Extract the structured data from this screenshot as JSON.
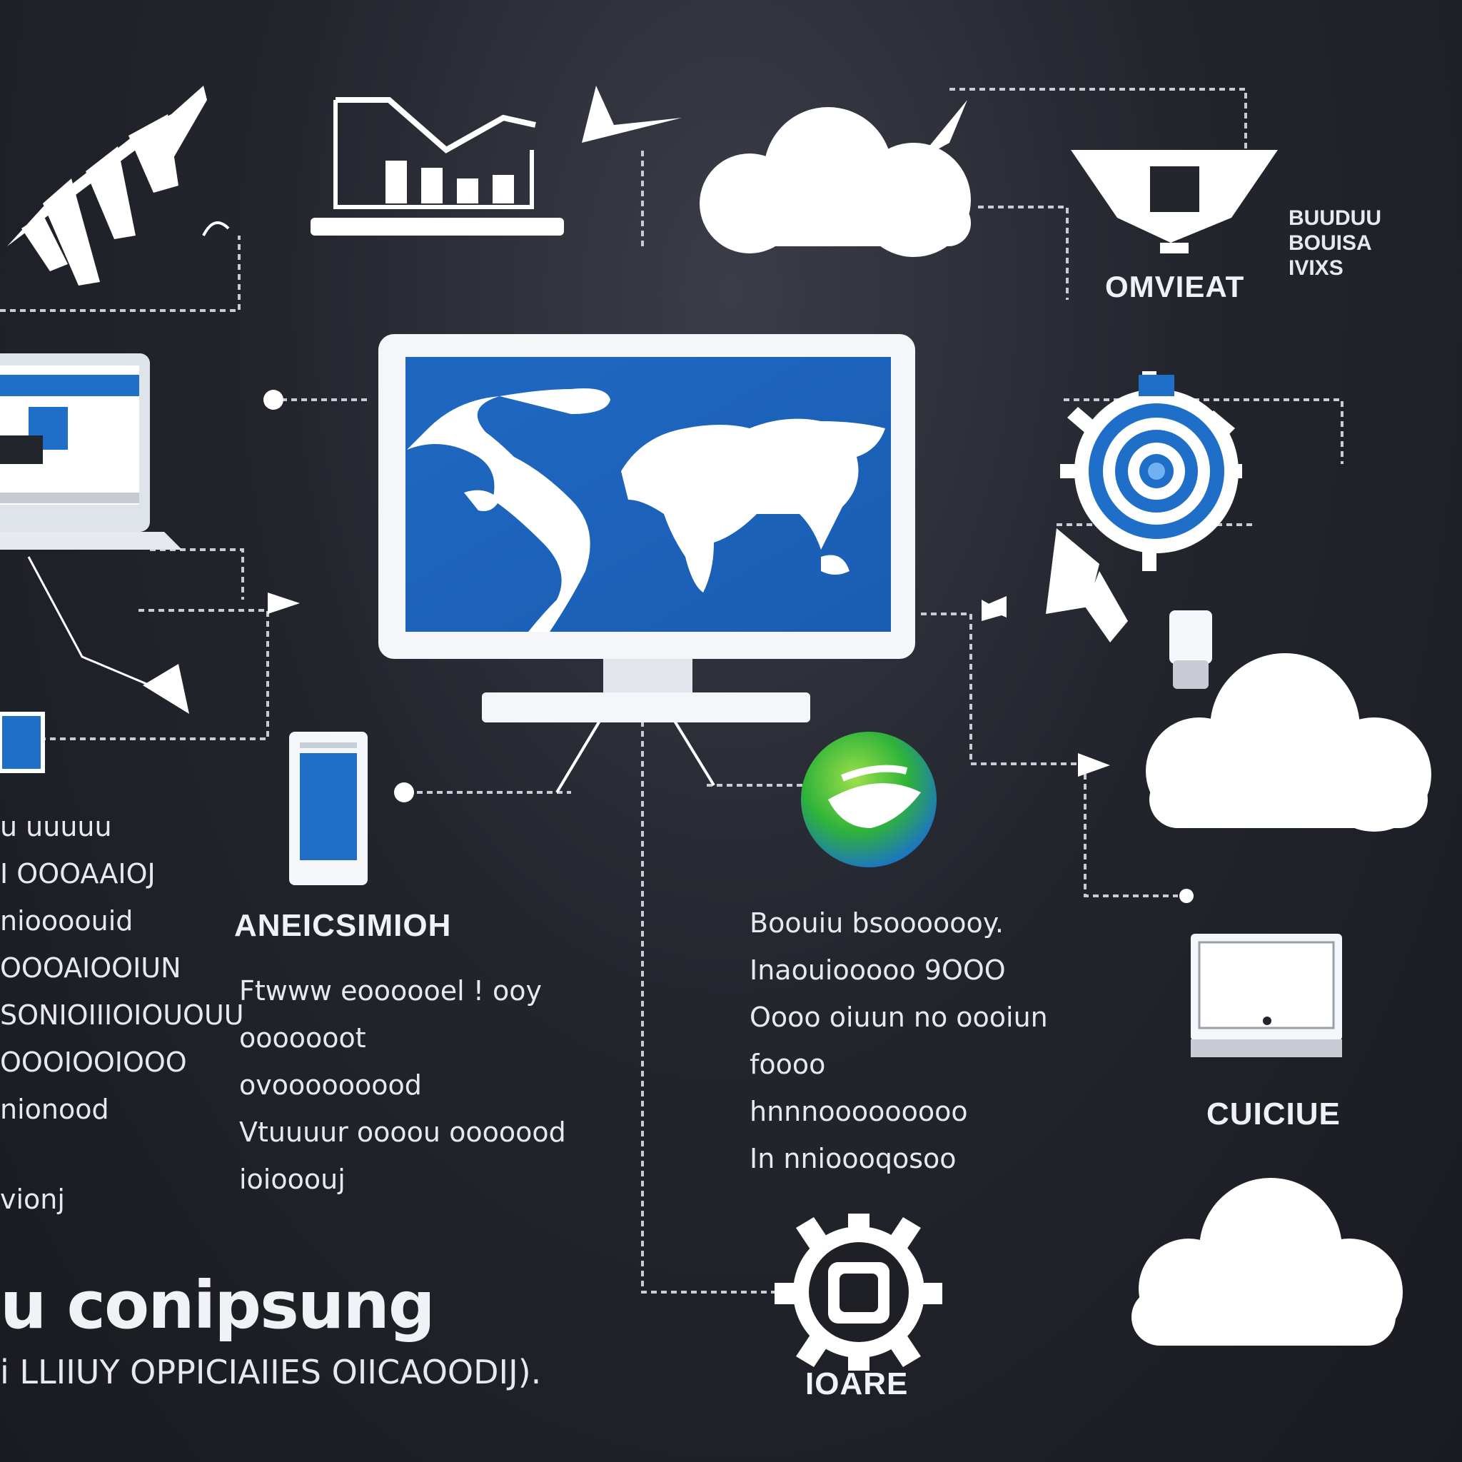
{
  "colors": {
    "background": "#23252d",
    "accent_blue": "#1f6fc8",
    "icon_white": "#ffffff",
    "line_dash": "#c9ccd4",
    "globe_green": "#3cbf3a"
  },
  "labels": {
    "top_right": "OMVIEAT",
    "top_right_side": [
      "BUUDUU",
      "BOUISA",
      "IVIXS"
    ],
    "center_left": "ANEICSIMIOH",
    "right_device": "CUICIUE",
    "bottom_gear": "IOARE"
  },
  "text_blocks": {
    "left_column": [
      "u uuuuu",
      "I  OOOAAIOJ",
      "nioooouid",
      "OOOAIOOIUN",
      "SONIOIIIOIOUOUU",
      "OOOIOOIOOO",
      "nionood",
      "vionj"
    ],
    "center_column": [
      "Ftwww eoooooel ! ooy",
      "ooooooot",
      "ovooooooood",
      "Vtuuuur oooou ooooood",
      "ioiooouj"
    ],
    "right_column": [
      "Boouiu  bsooooooy.",
      "Inaouiooooo 9OOO",
      "Oooo oiuun no oooiun",
      "foooo",
      "hnnnooooooooo",
      "In nnioooqosoo"
    ]
  },
  "title": {
    "heading": "u conipsung",
    "subheading": "i LLIIUY OPPICIAIIES OIICAOODIJ)."
  },
  "icons": [
    "rising-chart-icon",
    "line-bar-chart-icon",
    "arrow-pointer-icon",
    "cloud-icon",
    "funnel-icon",
    "laptop-icon",
    "monitor-globe-icon",
    "target-gear-icon",
    "mobile-icon",
    "earth-icon",
    "usb-icon",
    "cloud-icon",
    "monitor-icon",
    "gear-chip-icon",
    "cloud-icon"
  ]
}
